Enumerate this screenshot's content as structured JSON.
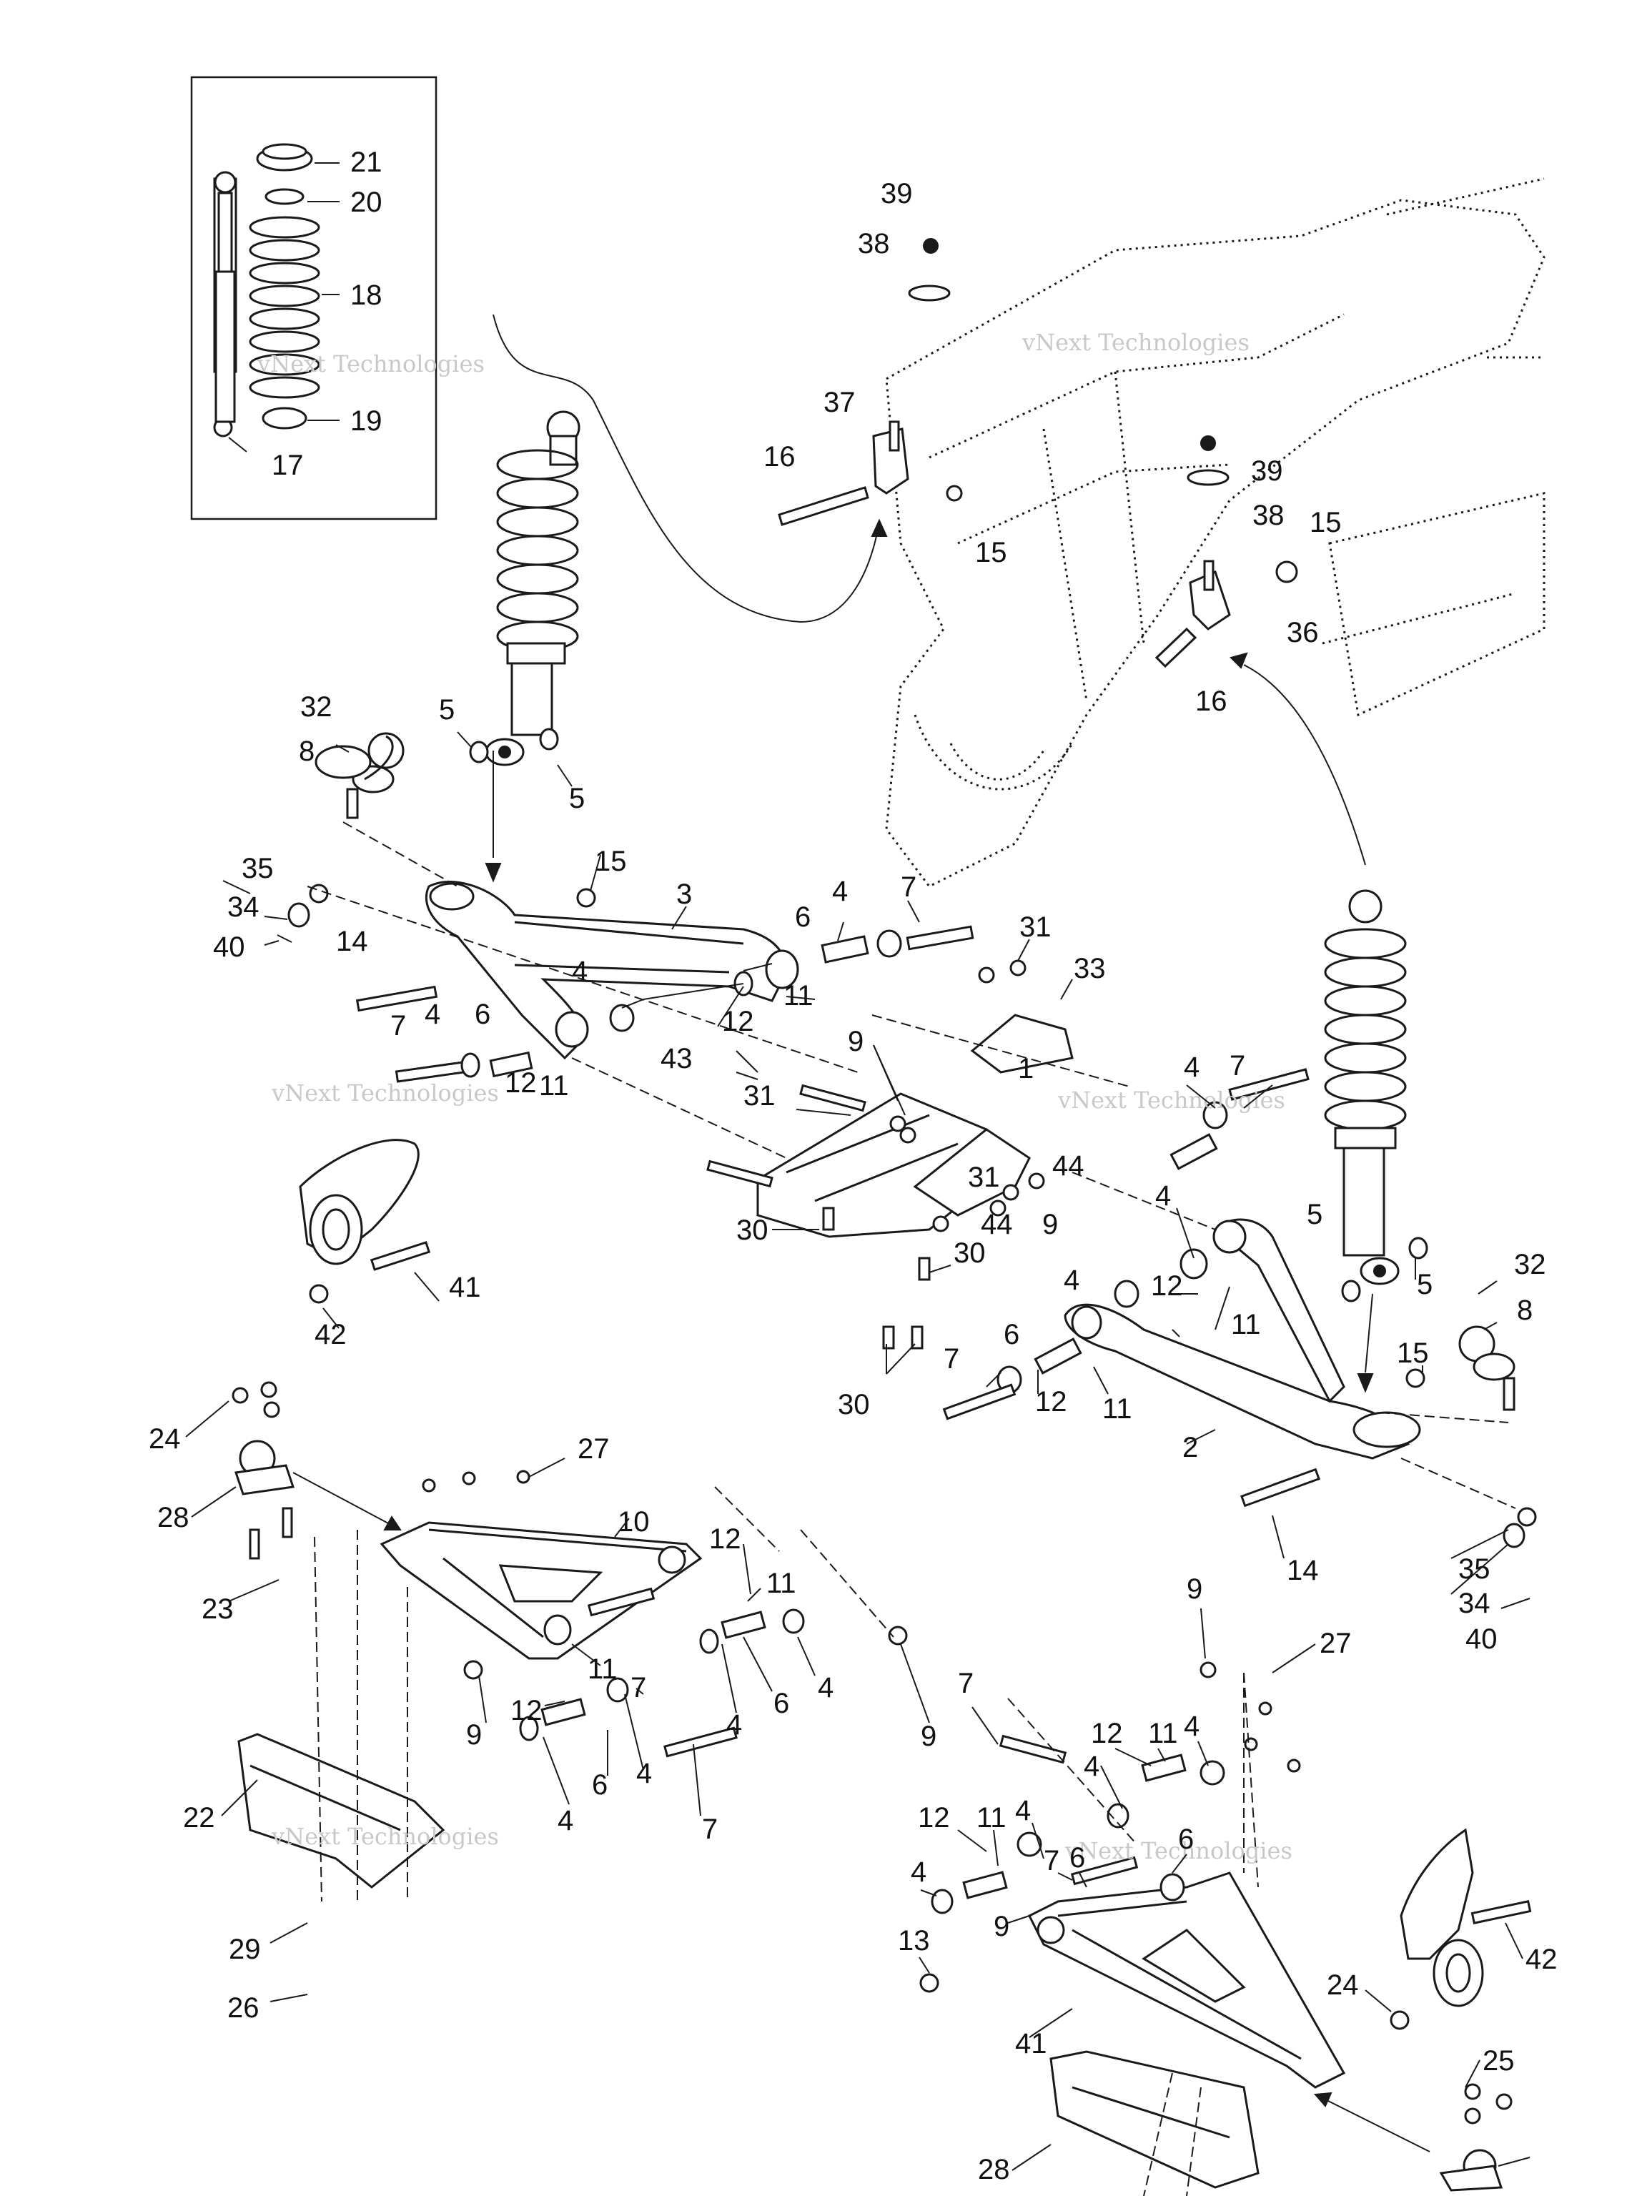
{
  "diagram": {
    "watermark": "vNext Technologies",
    "callouts": [
      "21",
      "20",
      "18",
      "19",
      "17",
      "39",
      "38",
      "37",
      "16",
      "15",
      "39",
      "38",
      "15",
      "36",
      "16",
      "32",
      "8",
      "5",
      "5",
      "35",
      "34",
      "40",
      "15",
      "3",
      "14",
      "6",
      "4",
      "7",
      "31",
      "33",
      "4",
      "11",
      "12",
      "7",
      "4",
      "6",
      "12",
      "11",
      "43",
      "9",
      "31",
      "1",
      "31",
      "44",
      "30",
      "30",
      "44",
      "9",
      "4",
      "7",
      "4",
      "12",
      "11",
      "41",
      "42",
      "5",
      "5",
      "32",
      "8",
      "4",
      "6",
      "7",
      "12",
      "11",
      "30",
      "15",
      "2",
      "14",
      "35",
      "34",
      "40",
      "24",
      "28",
      "23",
      "27",
      "10",
      "12",
      "11",
      "11",
      "12",
      "7",
      "6",
      "4",
      "4",
      "9",
      "4",
      "6",
      "4",
      "7",
      "9",
      "22",
      "29",
      "26",
      "9",
      "27",
      "7",
      "12",
      "11",
      "4",
      "4",
      "12",
      "11",
      "4",
      "4",
      "7",
      "6",
      "6",
      "9",
      "13",
      "41",
      "42",
      "24",
      "25",
      "28"
    ]
  }
}
